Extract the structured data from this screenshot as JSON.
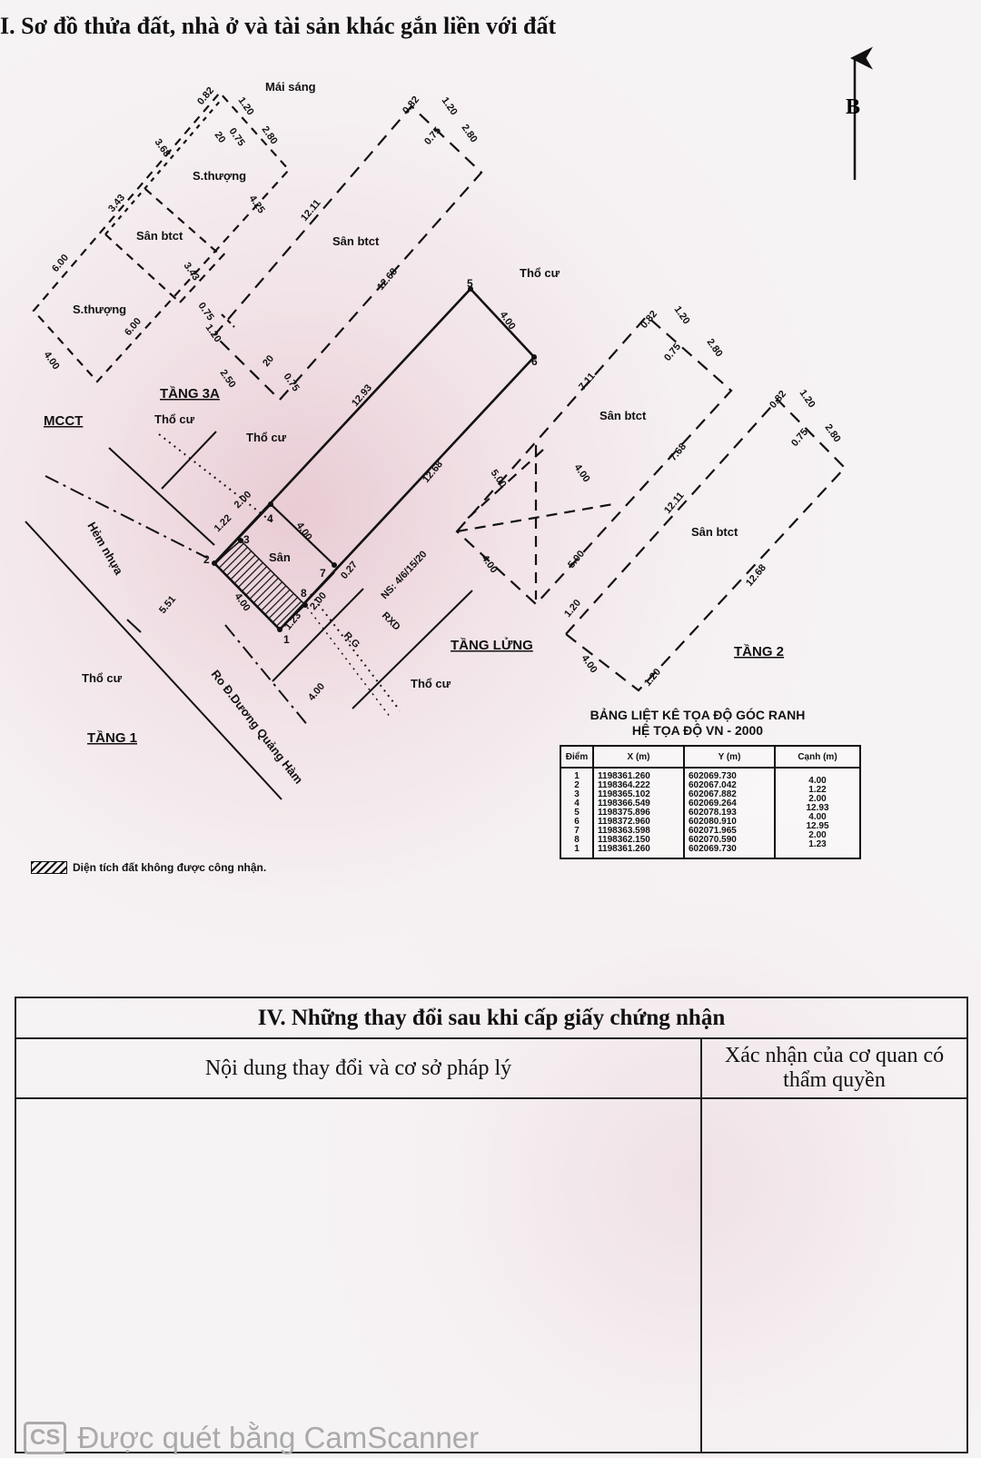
{
  "title": "I. Sơ đồ thửa đất, nhà ở và tài sản khác gắn liền với đất",
  "north_label": "B",
  "plan": {
    "labels": {
      "mai_sang": "Mái sáng",
      "s_thuong_top": "S.thượng",
      "san_btct_left": "Sân btct",
      "san_btct_main": "Sân btct",
      "s_thuong_bottom": "S.thượng",
      "tang_3a": "TẦNG 3A",
      "mcct": "MCCT",
      "tho_cu_1": "Thổ cư",
      "tho_cu_2": "Thổ cư",
      "tho_cu_3": "Thổ cư",
      "tho_cu_4": "Thổ cư",
      "tho_cu_5": "Thổ cư",
      "hem_nhua": "Hẻm nhựa",
      "ro_duong": "Ro Đ.Dương Quảng Hàm",
      "tang_1": "TẦNG 1",
      "san": "Sân",
      "ns": "NS: 4/6/15/20",
      "rg": "R.G",
      "rxd": "RXD",
      "tang_lung": "TẦNG LỬNG",
      "san_btct_lung": "Sân btct",
      "san_btct_2": "Sân btct",
      "tang_2": "TẦNG 2"
    },
    "dims": {
      "d_082_a": "0.82",
      "d_120_a": "1.20",
      "d_368": "3.68",
      "d_20_a": "20",
      "d_075_a": "0.75",
      "d_280_a": "2.80",
      "d_343_a": "3.43",
      "d_425": "4.25",
      "d_600_a": "6.00",
      "d_343_b": "3.43",
      "d_075_b": "0.75",
      "d_120_b": "1.20",
      "d_600_b": "6.00",
      "d_400_a": "4.00",
      "d_250": "2.50",
      "d_20_b": "20",
      "d_075_c": "0.75",
      "d_082_b": "0.82",
      "d_120_c": "1.20",
      "d_075_d": "0.75",
      "d_280_b": "2.80",
      "d_1211_a": "12.11",
      "d_1268_a": "12.68",
      "d_1293": "12.93",
      "d_1268_b": "12.68",
      "d_400_b": "4.00",
      "d_200_a": "2.00",
      "d_122": "1.22",
      "d_400_c": "4.00",
      "d_027": "0.27",
      "d_200_b": "2.00",
      "d_551": "5.51",
      "d_400_d": "4.00",
      "d_123": "1.23",
      "d_400_e": "4.00",
      "d_082_c": "0.82",
      "d_120_d": "1.20",
      "d_075_e": "0.75",
      "d_280_c": "2.80",
      "d_711": "7.11",
      "d_500_a": "5.00",
      "d_400_f": "4.00",
      "d_500_b": "5.00",
      "d_400_g": "4.00",
      "d_768": "7.68",
      "d_1211_b": "12.11",
      "d_082_d": "0.82",
      "d_120_e": "1.20",
      "d_075_f": "0.75",
      "d_280_d": "2.80",
      "d_1268_c": "12.68",
      "d_120_f": "1.20",
      "d_400_h": "4.00",
      "d_120_g": "1.20"
    },
    "points": [
      "1",
      "2",
      "3",
      "4",
      "5",
      "6",
      "7",
      "8"
    ]
  },
  "coord_table": {
    "title": "BẢNG LIỆT KÊ TỌA ĐỘ GÓC RANH",
    "subtitle": "HỆ TỌA ĐỘ VN - 2000",
    "headers": [
      "Điểm",
      "X (m)",
      "Y (m)",
      "Cạnh (m)"
    ],
    "points": [
      "1",
      "2",
      "3",
      "4",
      "5",
      "6",
      "7",
      "8",
      "1"
    ],
    "x": [
      "1198361.260",
      "1198364.222",
      "1198365.102",
      "1198366.549",
      "1198375.896",
      "1198372.960",
      "1198363.598",
      "1198362.150",
      "1198361.260"
    ],
    "y": [
      "602069.730",
      "602067.042",
      "602067.882",
      "602069.264",
      "602078.193",
      "602080.910",
      "602071.965",
      "602070.590",
      "602069.730"
    ],
    "edges": [
      "4.00",
      "1.22",
      "2.00",
      "12.93",
      "4.00",
      "12.95",
      "2.00",
      "1.23"
    ]
  },
  "legend": "Diện tích đất không được công nhận.",
  "changes": {
    "title": "IV. Những thay đổi sau khi cấp giấy chứng nhận",
    "col1": "Nội dung thay đổi và cơ sở pháp lý",
    "col2": "Xác nhận của cơ quan có thẩm quyền"
  },
  "watermark": {
    "logo": "CS",
    "text": "Được quét bằng CamScanner"
  }
}
